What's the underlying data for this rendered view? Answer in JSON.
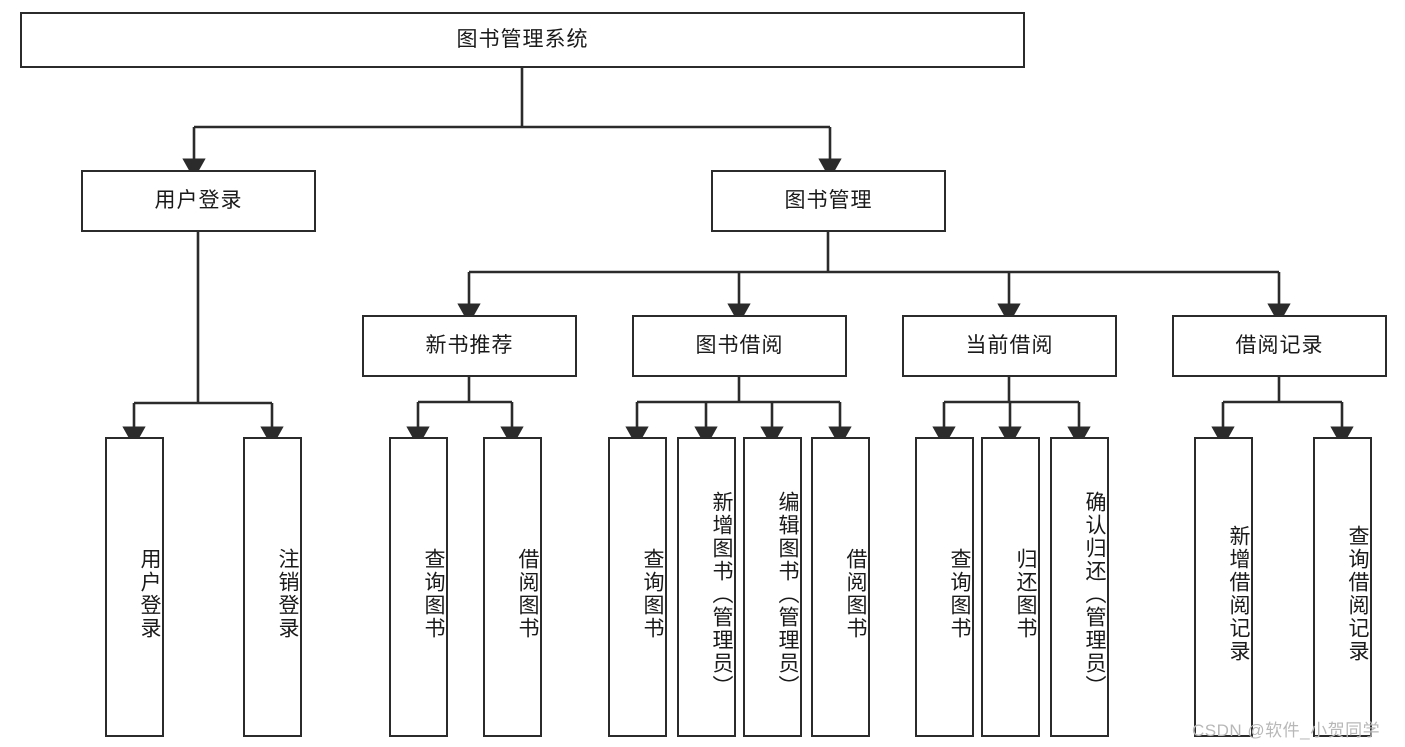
{
  "diagram": {
    "title": "图书管理系统",
    "type": "hierarchy-tree",
    "watermark": "CSDN @软件_小贺同学",
    "colors": {
      "box_border": "#2b2b2b",
      "box_fill": "#ffffff",
      "connector": "#2b2b2b",
      "text": "#1a1a1a",
      "watermark": "#b8b8b8"
    },
    "root": {
      "label": "图书管理系统"
    },
    "level2": [
      {
        "label": "用户登录"
      },
      {
        "label": "图书管理"
      }
    ],
    "level3": [
      {
        "label": "新书推荐"
      },
      {
        "label": "图书借阅"
      },
      {
        "label": "当前借阅"
      },
      {
        "label": "借阅记录"
      }
    ],
    "leaves": {
      "user_login": [
        {
          "label": "用户登录"
        },
        {
          "label": "注销登录"
        }
      ],
      "new_book_recommend": [
        {
          "label": "查询图书"
        },
        {
          "label": "借阅图书"
        }
      ],
      "book_borrow": [
        {
          "label": "查询图书"
        },
        {
          "label": "新增图书（管理员）"
        },
        {
          "label": "编辑图书（管理员）"
        },
        {
          "label": "借阅图书"
        }
      ],
      "current_borrow": [
        {
          "label": "查询图书"
        },
        {
          "label": "归还图书"
        },
        {
          "label": "确认归还（管理员）"
        }
      ],
      "borrow_record": [
        {
          "label": "新增借阅记录"
        },
        {
          "label": "查询借阅记录"
        }
      ]
    }
  }
}
